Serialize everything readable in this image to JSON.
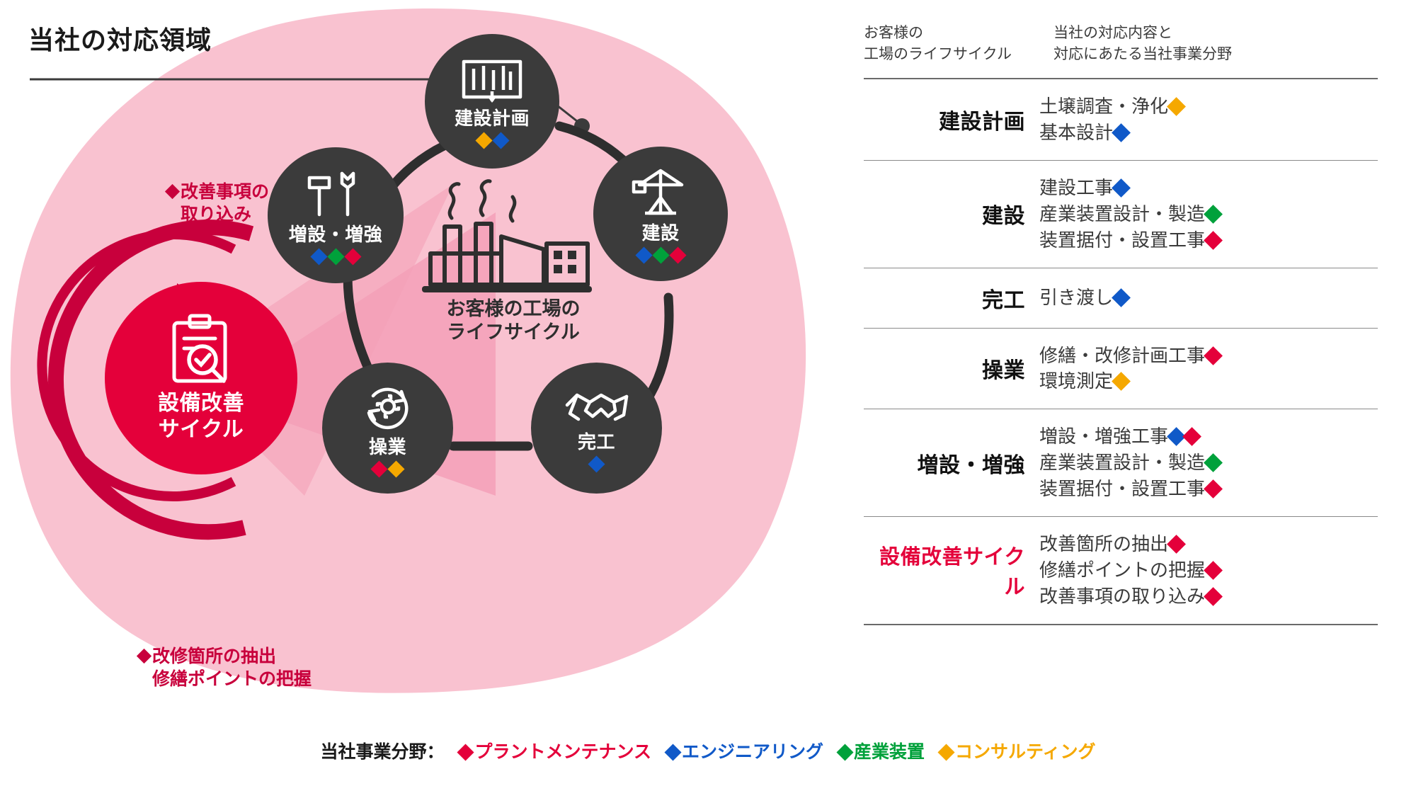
{
  "colors": {
    "plant_maintenance": "#e4003a",
    "engineering": "#1059c8",
    "industrial_equipment": "#00a13b",
    "consulting": "#f5a800",
    "blob_pink": "#f9c2d0",
    "wedge_pink": "#f4a0b8",
    "node_dark": "#3b3b3b",
    "core_red": "#e4003a",
    "accent_magenta": "#c8003c"
  },
  "left": {
    "callout_title": "当社の対応領域",
    "center_caption_line1": "お客様の工場の",
    "center_caption_line2": "ライフサイクル",
    "core_label_line1": "設備改善",
    "core_label_line2": "サイクル",
    "note_top_line1": "改善事項の",
    "note_top_line2": "取り込み",
    "note_bottom_line1": "改修箇所の抽出",
    "note_bottom_line2": "修繕ポイントの把握",
    "nodes": [
      {
        "id": "plan",
        "label": "建設計画",
        "icon": "factory-plan-icon",
        "diamonds": [
          "consulting",
          "engineering"
        ]
      },
      {
        "id": "build",
        "label": "建設",
        "icon": "crane-icon",
        "diamonds": [
          "engineering",
          "industrial_equipment",
          "plant_maintenance"
        ]
      },
      {
        "id": "complete",
        "label": "完工",
        "icon": "handshake-icon",
        "diamonds": [
          "engineering"
        ]
      },
      {
        "id": "operate",
        "label": "操業",
        "icon": "gear-cycle-icon",
        "diamonds": [
          "plant_maintenance",
          "consulting"
        ]
      },
      {
        "id": "expand",
        "label": "増設・増強",
        "icon": "tools-icon",
        "diamonds": [
          "engineering",
          "industrial_equipment",
          "plant_maintenance"
        ]
      }
    ]
  },
  "right": {
    "header_left_line1": "お客様の",
    "header_left_line2": "工場のライフサイクル",
    "header_right_line1": "当社の対応内容と",
    "header_right_line2": "対応にあたる当社事業分野",
    "rows": [
      {
        "stage": "建設計画",
        "accent": false,
        "items": [
          {
            "text": "土壌調査・浄化",
            "diamonds": [
              "consulting"
            ]
          },
          {
            "text": "基本設計",
            "diamonds": [
              "engineering"
            ]
          }
        ]
      },
      {
        "stage": "建設",
        "accent": false,
        "items": [
          {
            "text": "建設工事",
            "diamonds": [
              "engineering"
            ]
          },
          {
            "text": "産業装置設計・製造",
            "diamonds": [
              "industrial_equipment"
            ]
          },
          {
            "text": "装置据付・設置工事",
            "diamonds": [
              "plant_maintenance"
            ]
          }
        ]
      },
      {
        "stage": "完工",
        "accent": false,
        "items": [
          {
            "text": "引き渡し",
            "diamonds": [
              "engineering"
            ]
          }
        ]
      },
      {
        "stage": "操業",
        "accent": false,
        "items": [
          {
            "text": "修繕・改修計画工事",
            "diamonds": [
              "plant_maintenance"
            ]
          },
          {
            "text": "環境測定",
            "diamonds": [
              "consulting"
            ]
          }
        ]
      },
      {
        "stage": "増設・増強",
        "accent": false,
        "items": [
          {
            "text": "増設・増強工事",
            "diamonds": [
              "engineering",
              "plant_maintenance"
            ]
          },
          {
            "text": "産業装置設計・製造",
            "diamonds": [
              "industrial_equipment"
            ]
          },
          {
            "text": "装置据付・設置工事",
            "diamonds": [
              "plant_maintenance"
            ]
          }
        ]
      },
      {
        "stage": "設備改善サイクル",
        "accent": true,
        "items": [
          {
            "text": "改善箇所の抽出",
            "diamonds": [
              "plant_maintenance"
            ]
          },
          {
            "text": "修繕ポイントの把握",
            "diamonds": [
              "plant_maintenance"
            ]
          },
          {
            "text": "改善事項の取り込み",
            "diamonds": [
              "plant_maintenance"
            ]
          }
        ]
      }
    ]
  },
  "legend": {
    "label": "当社事業分野：",
    "entries": [
      {
        "name": "プラントメンテナンス",
        "color_key": "plant_maintenance"
      },
      {
        "name": "エンジニアリング",
        "color_key": "engineering"
      },
      {
        "name": "産業装置",
        "color_key": "industrial_equipment"
      },
      {
        "name": "コンサルティング",
        "color_key": "consulting"
      }
    ]
  }
}
